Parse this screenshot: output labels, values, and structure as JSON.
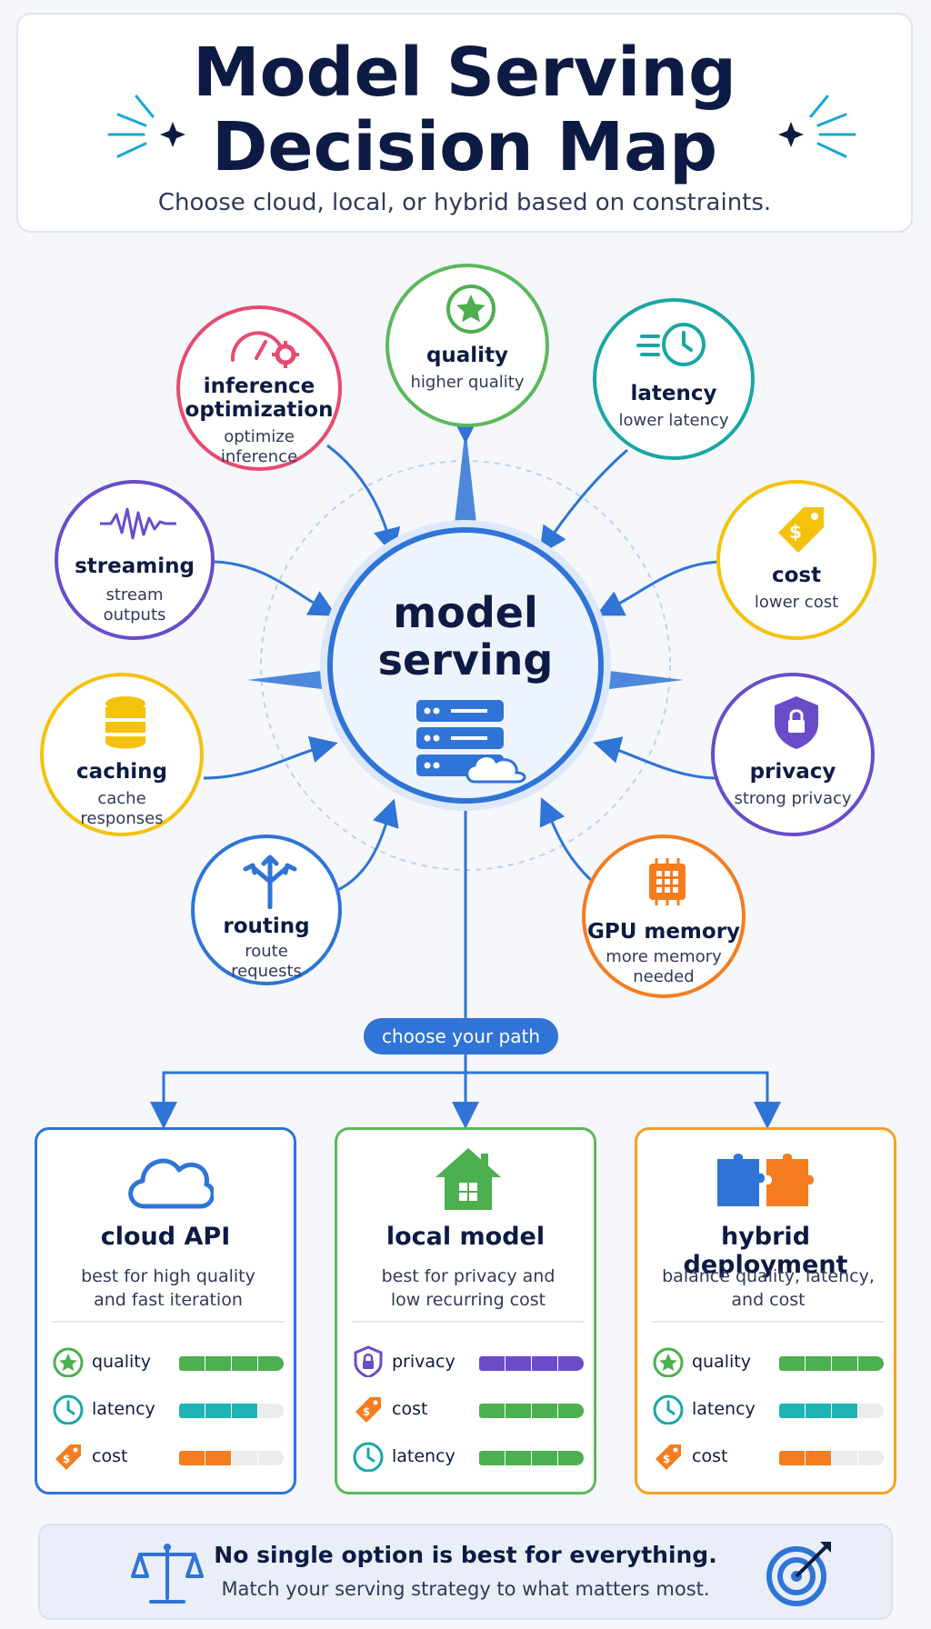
{
  "header": {
    "title_line1": "Model Serving",
    "title_line2": "Decision Map",
    "subtitle": "Choose cloud, local, or hybrid based on constraints."
  },
  "center": {
    "line1": "model",
    "line2": "serving"
  },
  "nodes": {
    "quality": {
      "title": "quality",
      "sub": "higher quality"
    },
    "latency": {
      "title": "latency",
      "sub": "lower latency"
    },
    "cost": {
      "title": "cost",
      "sub": "lower cost"
    },
    "privacy": {
      "title": "privacy",
      "sub": "strong privacy"
    },
    "gpu": {
      "title": "GPU memory",
      "sub": "more memory\nneeded"
    },
    "routing": {
      "title": "routing",
      "sub": "route\nrequests"
    },
    "caching": {
      "title": "caching",
      "sub": "cache\nresponses"
    },
    "streaming": {
      "title": "streaming",
      "sub": "stream\noutputs"
    },
    "inference": {
      "title": "inference\noptimization",
      "sub": "optimize\ninference"
    }
  },
  "choose_label": "choose your path",
  "cards": [
    {
      "title": "cloud API",
      "desc": "best for high quality\nand fast iteration",
      "metrics": [
        {
          "label": "quality",
          "level": 4,
          "color": "#4caf50"
        },
        {
          "label": "latency",
          "level": 3,
          "color": "#1fb3b3"
        },
        {
          "label": "cost",
          "level": 2,
          "color": "#f57c1f"
        }
      ]
    },
    {
      "title": "local model",
      "desc": "best for privacy and\nlow recurring cost",
      "metrics": [
        {
          "label": "privacy",
          "level": 4,
          "color": "#6a4cc9"
        },
        {
          "label": "cost",
          "level": 4,
          "color": "#4caf50"
        },
        {
          "label": "latency",
          "level": 4,
          "color": "#4caf50"
        }
      ]
    },
    {
      "title": "hybrid deployment",
      "desc": "balance quality, latency,\nand cost",
      "metrics": [
        {
          "label": "quality",
          "level": 4,
          "color": "#4caf50"
        },
        {
          "label": "latency",
          "level": 3,
          "color": "#1fb3b3"
        },
        {
          "label": "cost",
          "level": 2,
          "color": "#f57c1f"
        }
      ]
    }
  ],
  "footer": {
    "line1": "No single option is best for everything.",
    "line2": "Match your serving strategy to what matters most."
  },
  "colors": {
    "blue": "#2f74d6",
    "green": "#5cb85c",
    "teal": "#1aa6a6",
    "yellow": "#f4c20d",
    "purple": "#6a4cc9",
    "orange": "#f57c1f",
    "pink": "#e84a6f",
    "navy": "#0d1b44"
  }
}
